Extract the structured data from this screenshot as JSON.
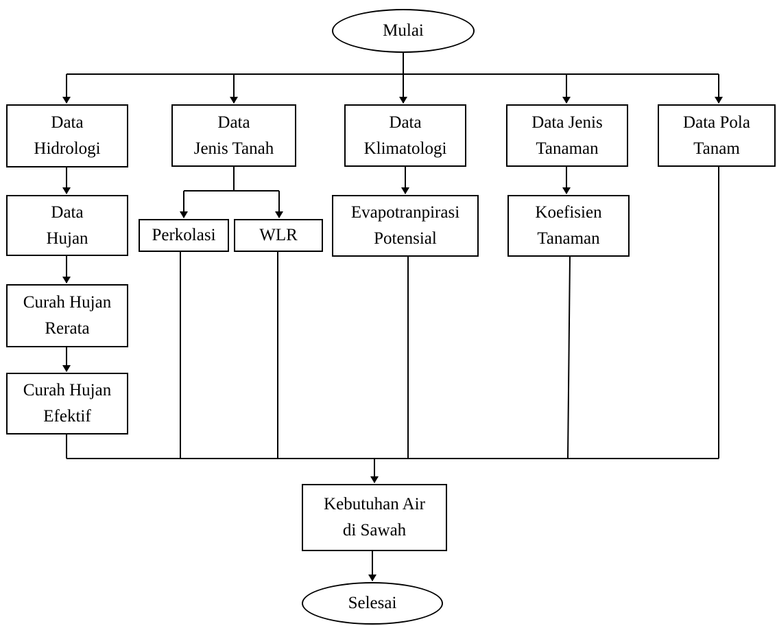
{
  "nodes": {
    "start": "Mulai",
    "data_hidrologi": "Data\nHidrologi",
    "data_hujan": "Data\nHujan",
    "curah_hujan_rerata": "Curah Hujan\nRerata",
    "curah_hujan_efektif": "Curah Hujan\nEfektif",
    "data_jenis_tanah": "Data\nJenis Tanah",
    "perkolasi": "Perkolasi",
    "wlr": "WLR",
    "data_klimatologi": "Data\nKlimatologi",
    "evapotranspirasi": "Evapotranpirasi\nPotensial",
    "data_jenis_tanaman": "Data Jenis\nTanaman",
    "koefisien_tanaman": "Koefisien\nTanaman",
    "data_pola_tanam": "Data Pola\nTanam",
    "kebutuhan_air": "Kebutuhan Air\ndi Sawah",
    "end": "Selesai"
  },
  "colors": {
    "stroke": "#000000",
    "background": "#ffffff"
  }
}
